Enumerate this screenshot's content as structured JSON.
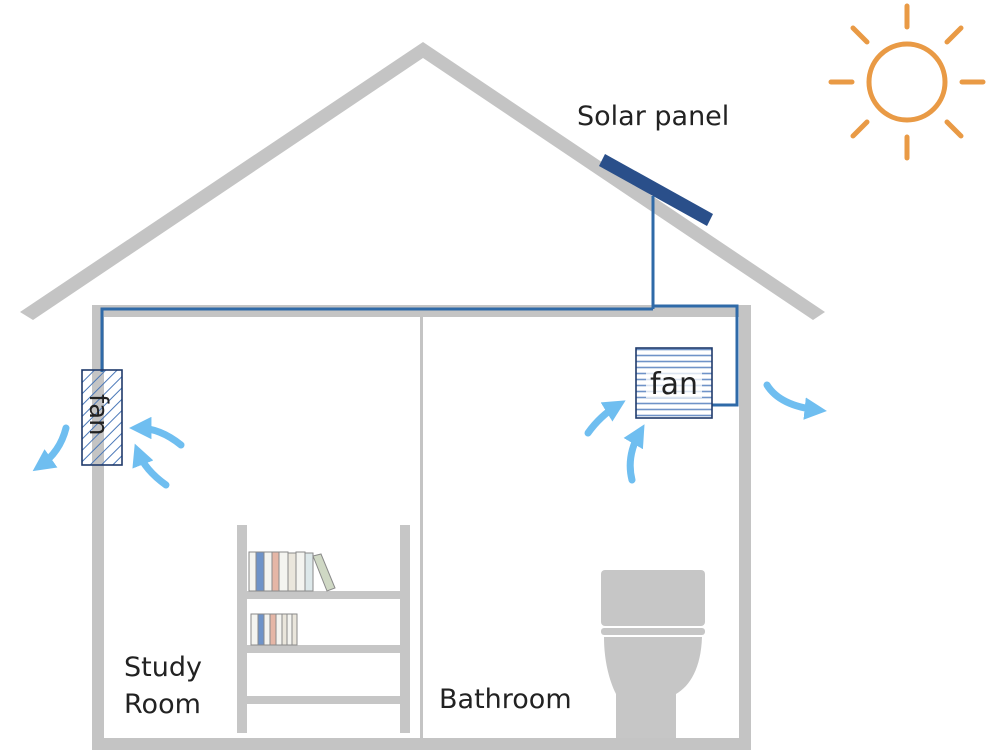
{
  "labels": {
    "solar_panel": "Solar panel",
    "fan": "fan",
    "study": "Study",
    "room": "Room",
    "bathroom": "Bathroom"
  },
  "colors": {
    "house_outline": "#c4c4c4",
    "wire": "#2f6aa8",
    "solar_panel": "#2a4f8a",
    "sun": "#e99a45",
    "airflow": "#6fbef0",
    "furniture": "#c6c6c6",
    "fan_stripes": "#4a78b8"
  },
  "icons": {
    "sun": "sun-icon",
    "toilet": "toilet-icon",
    "bookshelf": "bookshelf-icon"
  }
}
